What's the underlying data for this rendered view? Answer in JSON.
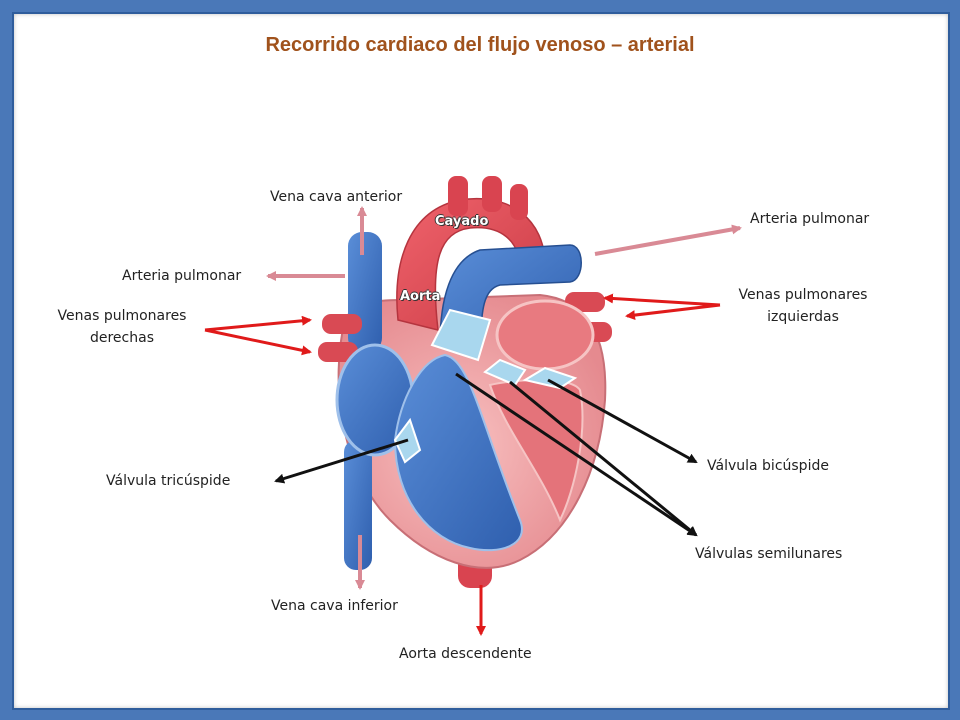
{
  "title": "Recorrido cardiaco del flujo venoso – arterial",
  "labels": {
    "vena_cava_anterior": "Vena cava anterior",
    "arteria_pulmonar_izq": "Arteria pulmonar",
    "arteria_pulmonar_der": "Arteria pulmonar",
    "venas_pulmonares_derechas_1": "Venas pulmonares",
    "venas_pulmonares_derechas_2": "derechas",
    "venas_pulmonares_izquierdas_1": "Venas pulmonares",
    "venas_pulmonares_izquierdas_2": "izquierdas",
    "valvula_tricuspide": "Válvula tricúspide",
    "valvula_bicuspide": "Válvula bicúspide",
    "valvulas_semilunares": "Válvulas semilunares",
    "vena_cava_inferior": "Vena cava inferior",
    "aorta_descendente": "Aorta descendente",
    "cayado": "Cayado",
    "aorta": "Aorta"
  },
  "colors": {
    "title": "#a0521c",
    "frame": "#4a78b8",
    "venous": "#3f74c4",
    "arterial": "#e4505a",
    "muscle": "#f2a8a8",
    "arrow_pink": "#d98a95",
    "arrow_red": "#e01a1a",
    "arrow_black": "#111111"
  }
}
